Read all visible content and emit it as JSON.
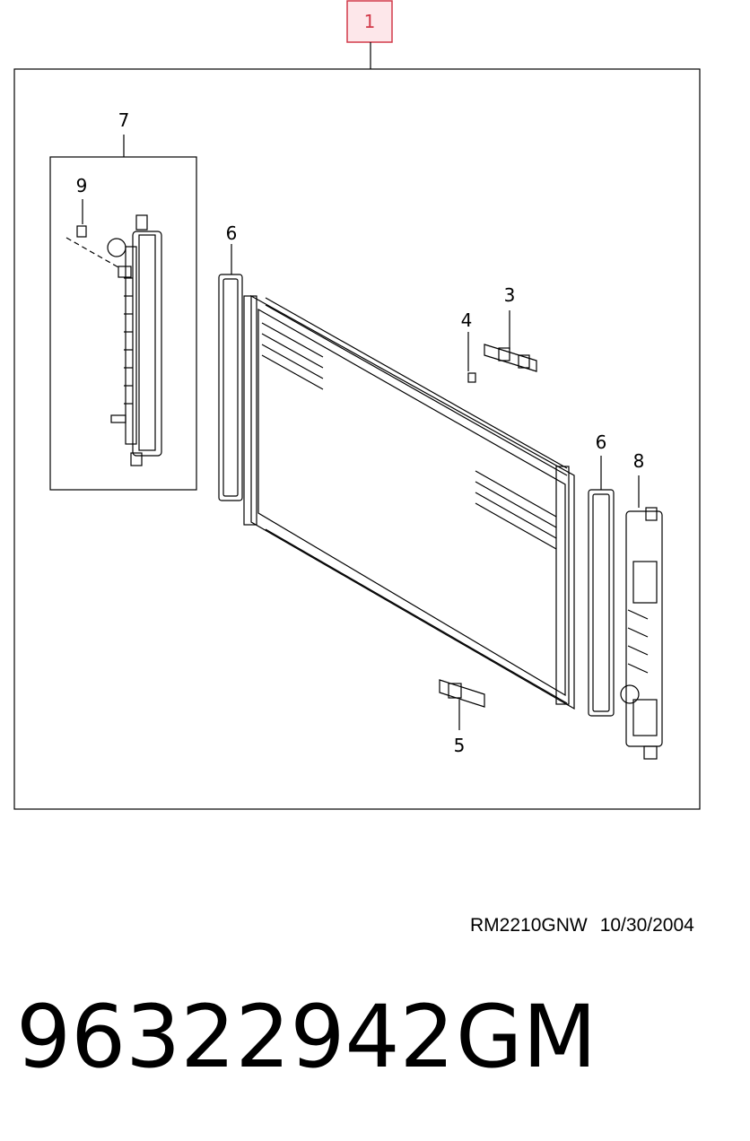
{
  "diagram": {
    "callouts": {
      "c1": "1",
      "c3": "3",
      "c4": "4",
      "c5": "5",
      "c6a": "6",
      "c6b": "6",
      "c7": "7",
      "c8": "8",
      "c9": "9"
    },
    "accent_color": "#d23a4a"
  },
  "footer": {
    "drawing_code": "RM2210GNW",
    "date": "10/30/2004",
    "part_number": "96322942",
    "brand": "GM"
  }
}
